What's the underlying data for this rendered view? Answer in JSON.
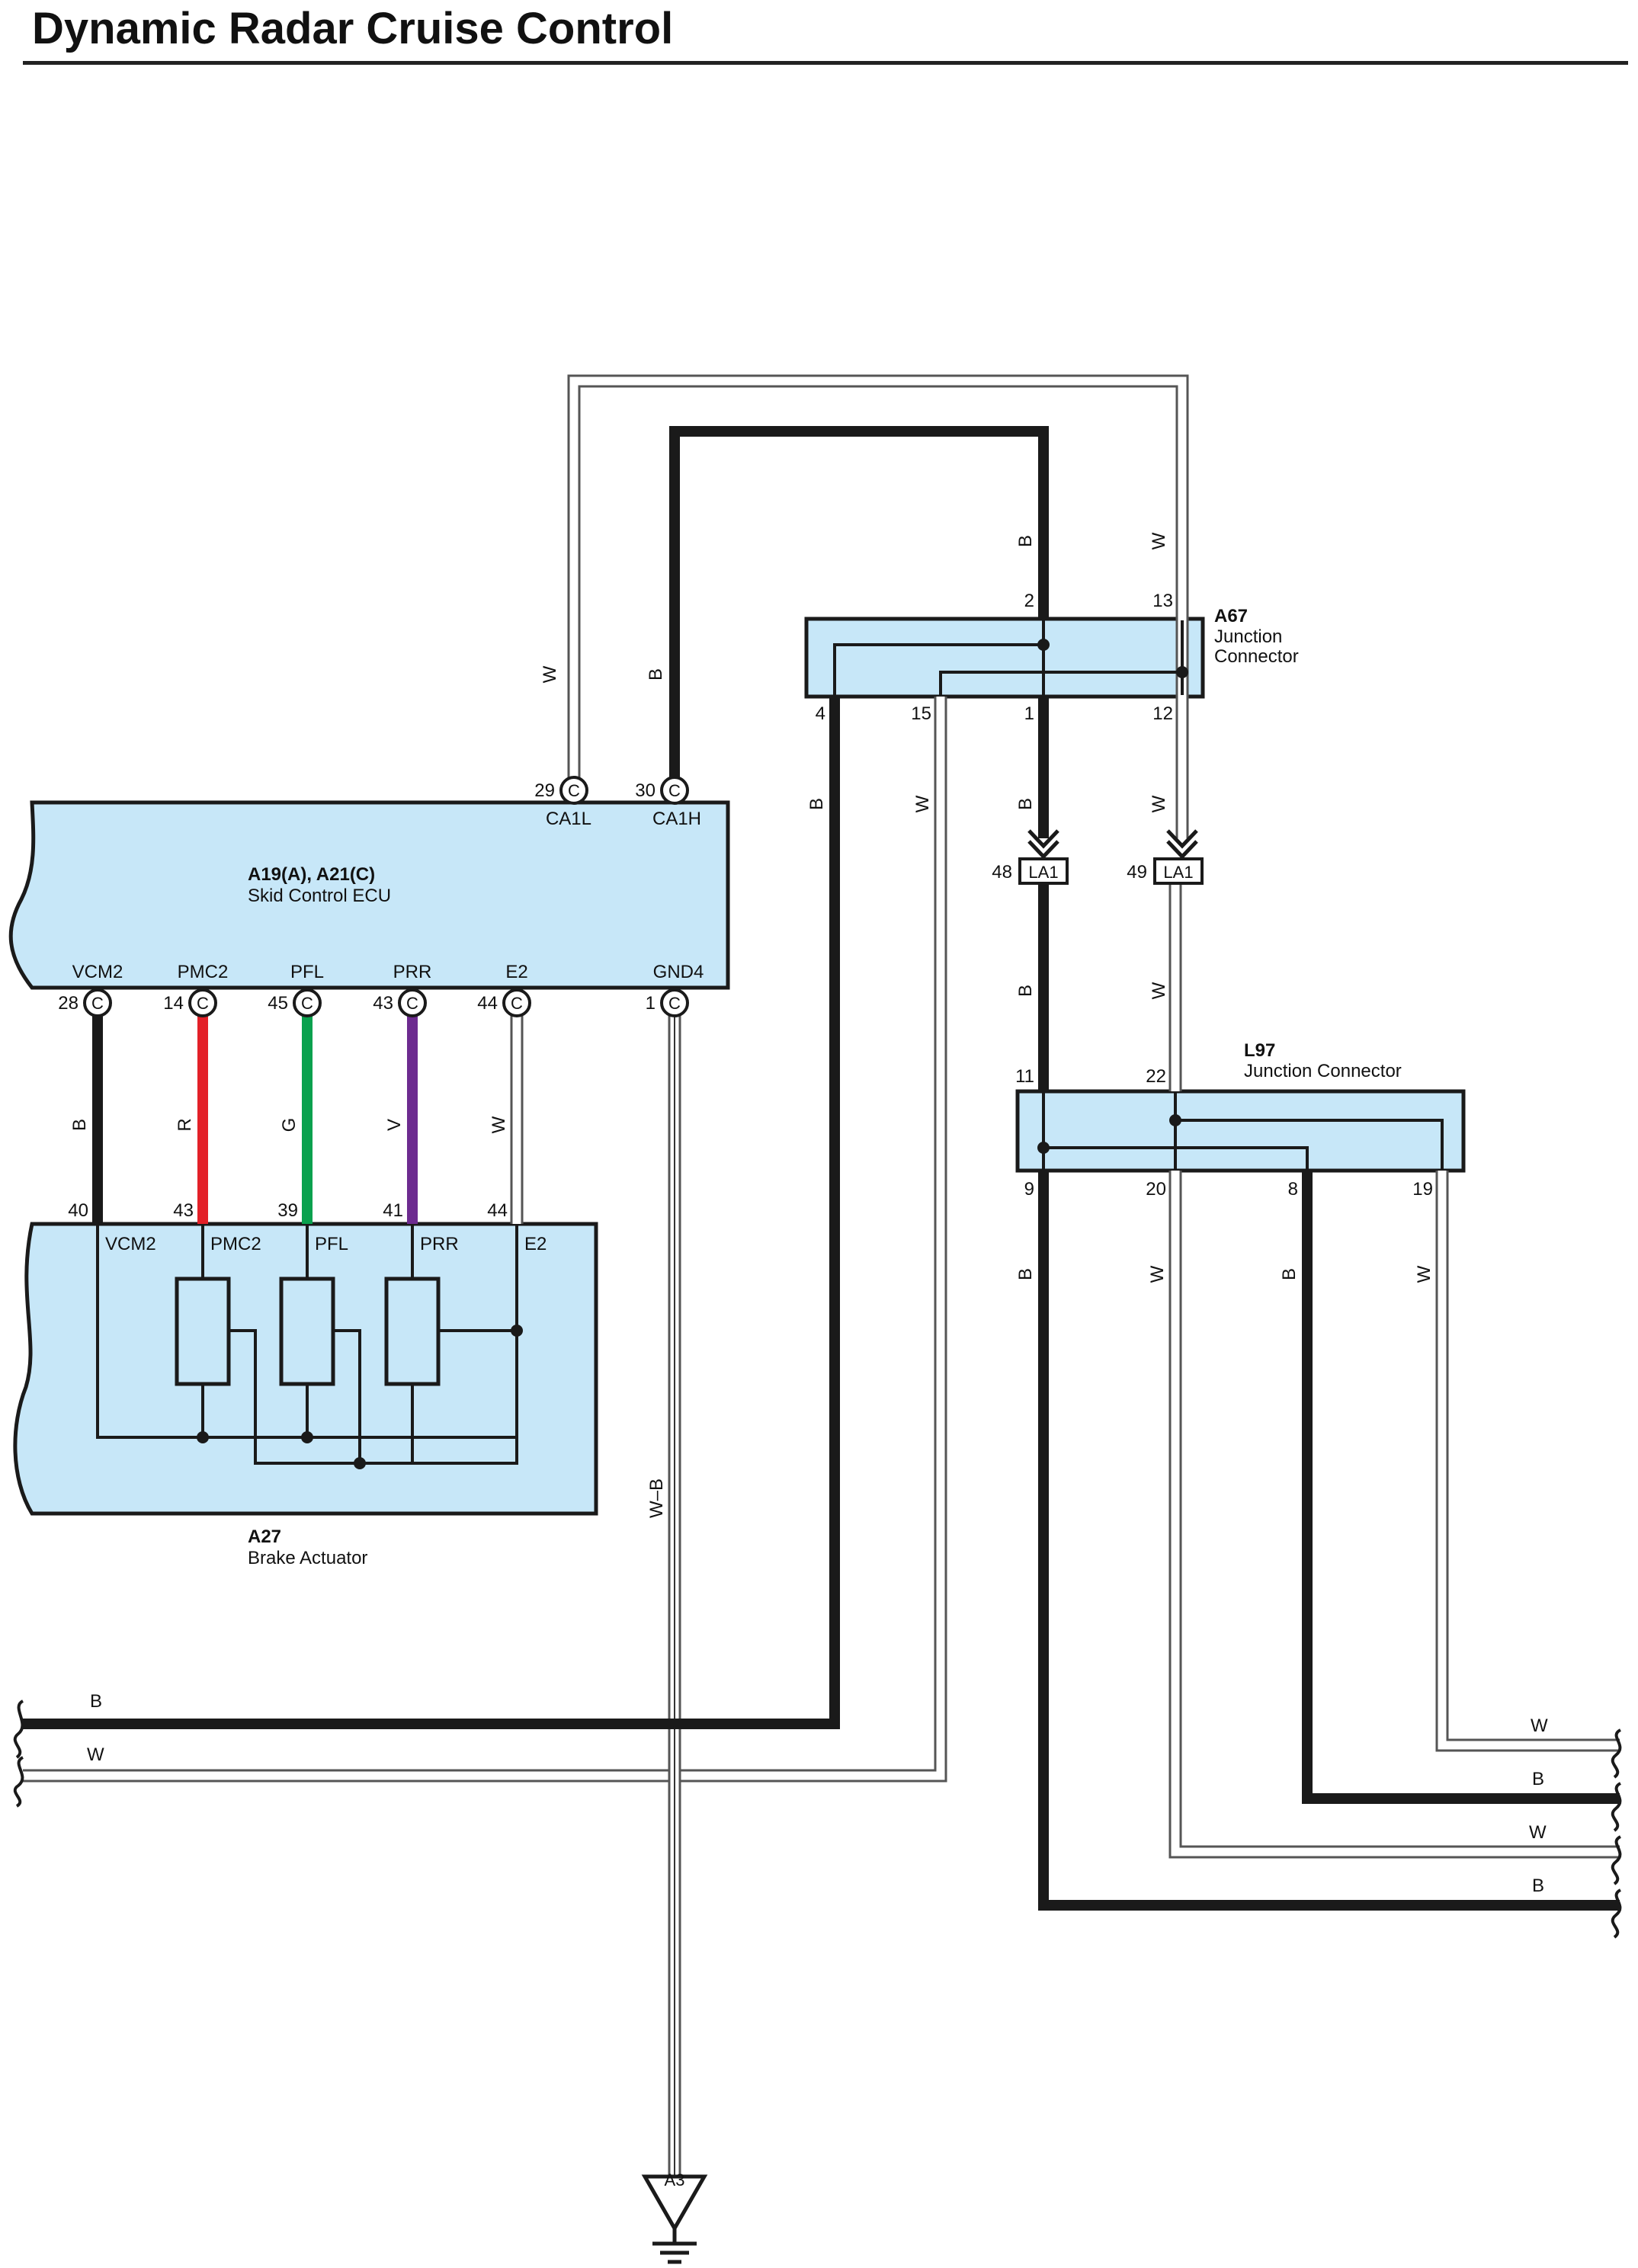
{
  "title": "Dynamic Radar Cruise Control",
  "colors": {
    "body_fill": "#c7e7f8",
    "black": "#1a1a1a",
    "red": "#e32028",
    "green": "#0aa14e",
    "violet": "#6d2b90",
    "white_wire": "#ffffff",
    "wire_outline": "#555555"
  },
  "components": {
    "ecu": {
      "id": "A19(A), A21(C)",
      "name": "Skid Control ECU"
    },
    "actuator": {
      "id": "A27",
      "name": "Brake Actuator"
    },
    "a67": {
      "id": "A67",
      "name_line1": "Junction",
      "name_line2": "Connector"
    },
    "l97": {
      "id": "L97",
      "name": "Junction Connector"
    },
    "ground": {
      "id": "A3"
    }
  },
  "ecu_pins": {
    "p29": {
      "num": "29",
      "conn": "C",
      "name": "CA1L"
    },
    "p30": {
      "num": "30",
      "conn": "C",
      "name": "CA1H"
    },
    "p28": {
      "num": "28",
      "conn": "C",
      "name": "VCM2"
    },
    "p14": {
      "num": "14",
      "conn": "C",
      "name": "PMC2"
    },
    "p45": {
      "num": "45",
      "conn": "C",
      "name": "PFL"
    },
    "p43": {
      "num": "43",
      "conn": "C",
      "name": "PRR"
    },
    "p44": {
      "num": "44",
      "conn": "C",
      "name": "E2"
    },
    "p1": {
      "num": "1",
      "conn": "C",
      "name": "GND4"
    }
  },
  "actuator_pins": {
    "p40": {
      "num": "40",
      "name": "VCM2"
    },
    "p43": {
      "num": "43",
      "name": "PMC2"
    },
    "p39": {
      "num": "39",
      "name": "PFL"
    },
    "p41": {
      "num": "41",
      "name": "PRR"
    },
    "p44": {
      "num": "44",
      "name": "E2"
    }
  },
  "a67_pins": {
    "t2": "2",
    "t13": "13",
    "b4": "4",
    "b15": "15",
    "b1": "1",
    "b12": "12"
  },
  "l97_pins": {
    "t11": "11",
    "t22": "22",
    "b9": "9",
    "b20": "20",
    "b8": "8",
    "b19": "19"
  },
  "la1": {
    "p48": {
      "num": "48",
      "name": "LA1"
    },
    "p49": {
      "num": "49",
      "name": "LA1"
    }
  },
  "wire_colors": {
    "ca1l": "W",
    "ca1h": "B",
    "a67_in2": "B",
    "a67_in13": "W",
    "a67_out4": "B",
    "a67_out15": "W",
    "a67_out1": "B",
    "a67_out12": "W",
    "la1_48": "B",
    "la1_49": "W",
    "vcm2": "B",
    "pmc2": "R",
    "pfl": "G",
    "prr": "V",
    "e2": "W",
    "gnd4": "W–B",
    "l97_out9": "B",
    "l97_out20": "W",
    "l97_out8": "B",
    "l97_out19": "W",
    "left_b": "B",
    "left_w": "W",
    "right_1": "W",
    "right_2": "B",
    "right_3": "W",
    "right_4": "B"
  }
}
